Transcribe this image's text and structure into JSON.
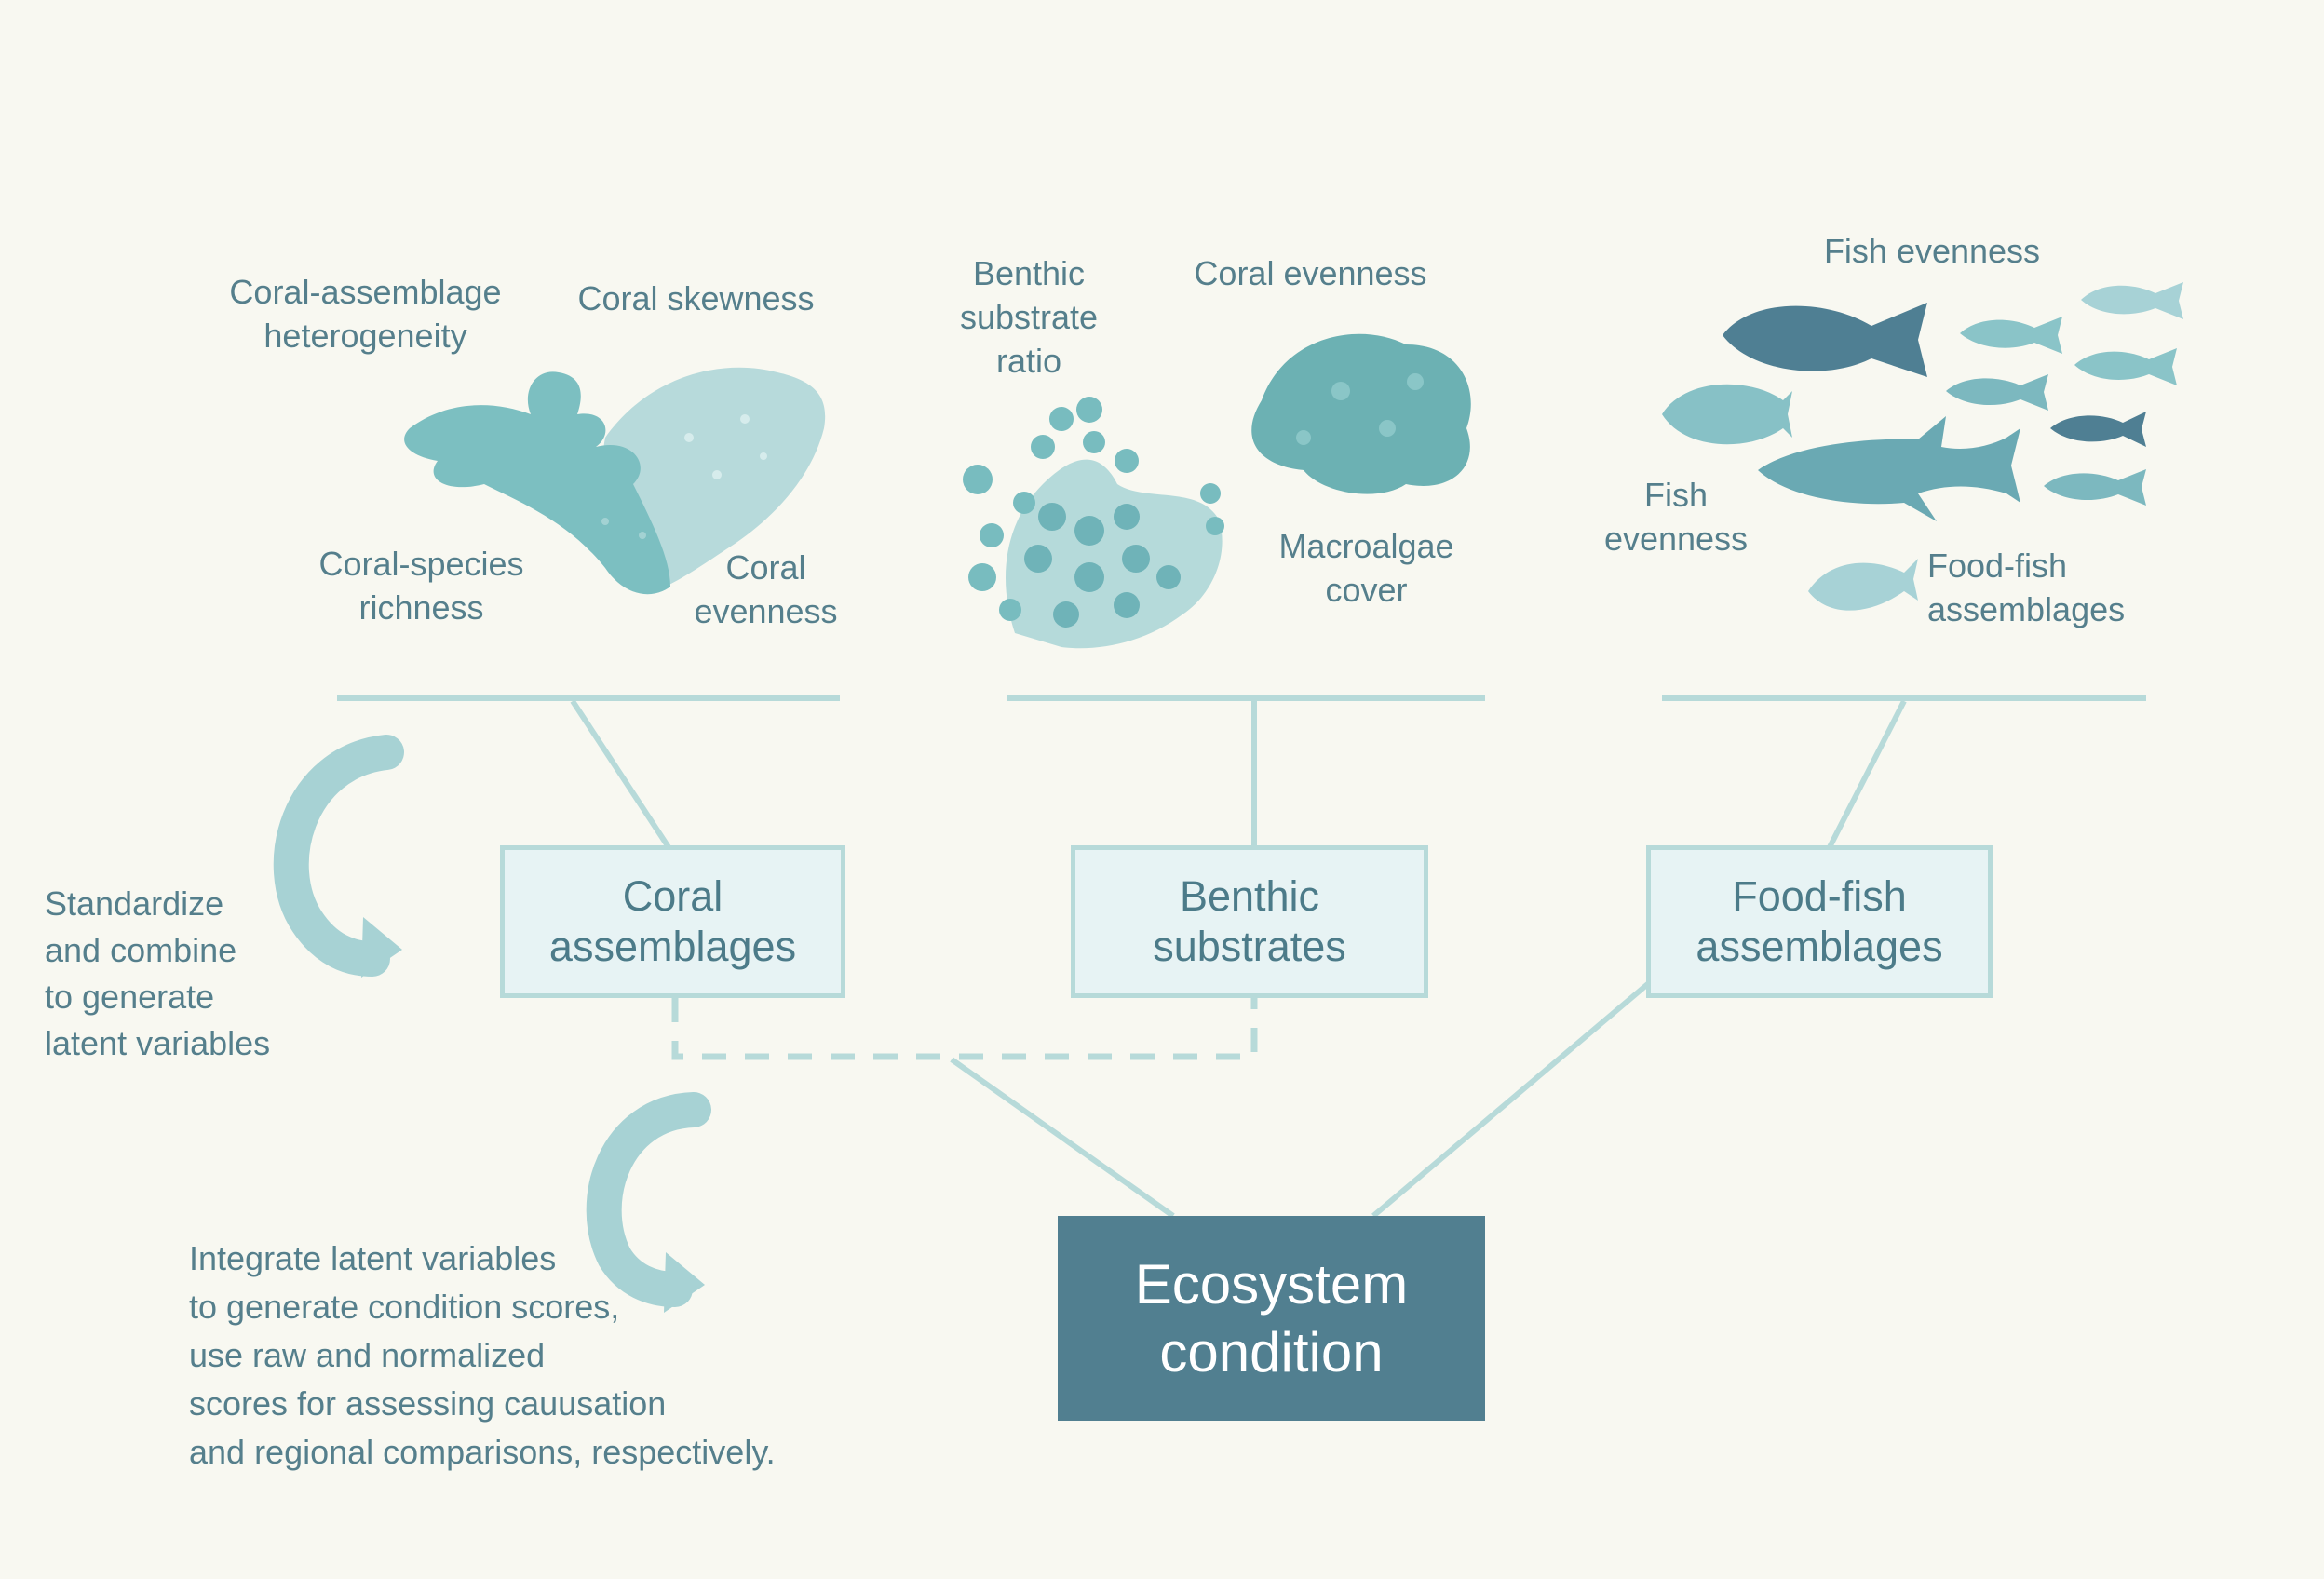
{
  "labels": {
    "coral_heterogeneity": "Coral-assemblage\nheterogeneity",
    "coral_skewness": "Coral skewness",
    "coral_species_richness": "Coral-species\nrichness",
    "coral_evenness_left": "Coral\nevenness",
    "benthic_substrate_ratio": "Benthic\nsubstrate\nratio",
    "coral_evenness_mid": "Coral evenness",
    "macroalgae_cover": "Macroalgae\ncover",
    "fish_evenness_top": "Fish evenness",
    "fish_evenness_left": "Fish\nevenness",
    "food_fish_assemblages_label": "Food-fish\nassemblages"
  },
  "boxes": {
    "coral": "Coral\nassemblages",
    "benthic": "Benthic\nsubstrates",
    "foodfish": "Food-fish\nassemblages"
  },
  "final_box": "Ecosystem\ncondition",
  "notes": {
    "standardize": "Standardize\nand combine\nto generate\nlatent variables",
    "integrate": "Integrate latent variables\nto generate condition scores,\nuse raw and normalized\nscores for assessing cauusation\nand regional comparisons, respectively."
  },
  "colors": {
    "background": "#f8f8f1",
    "connector": "#b7dad9",
    "box_fill": "#e7f3f4",
    "final_fill": "#517f90",
    "text": "#557f8c"
  }
}
